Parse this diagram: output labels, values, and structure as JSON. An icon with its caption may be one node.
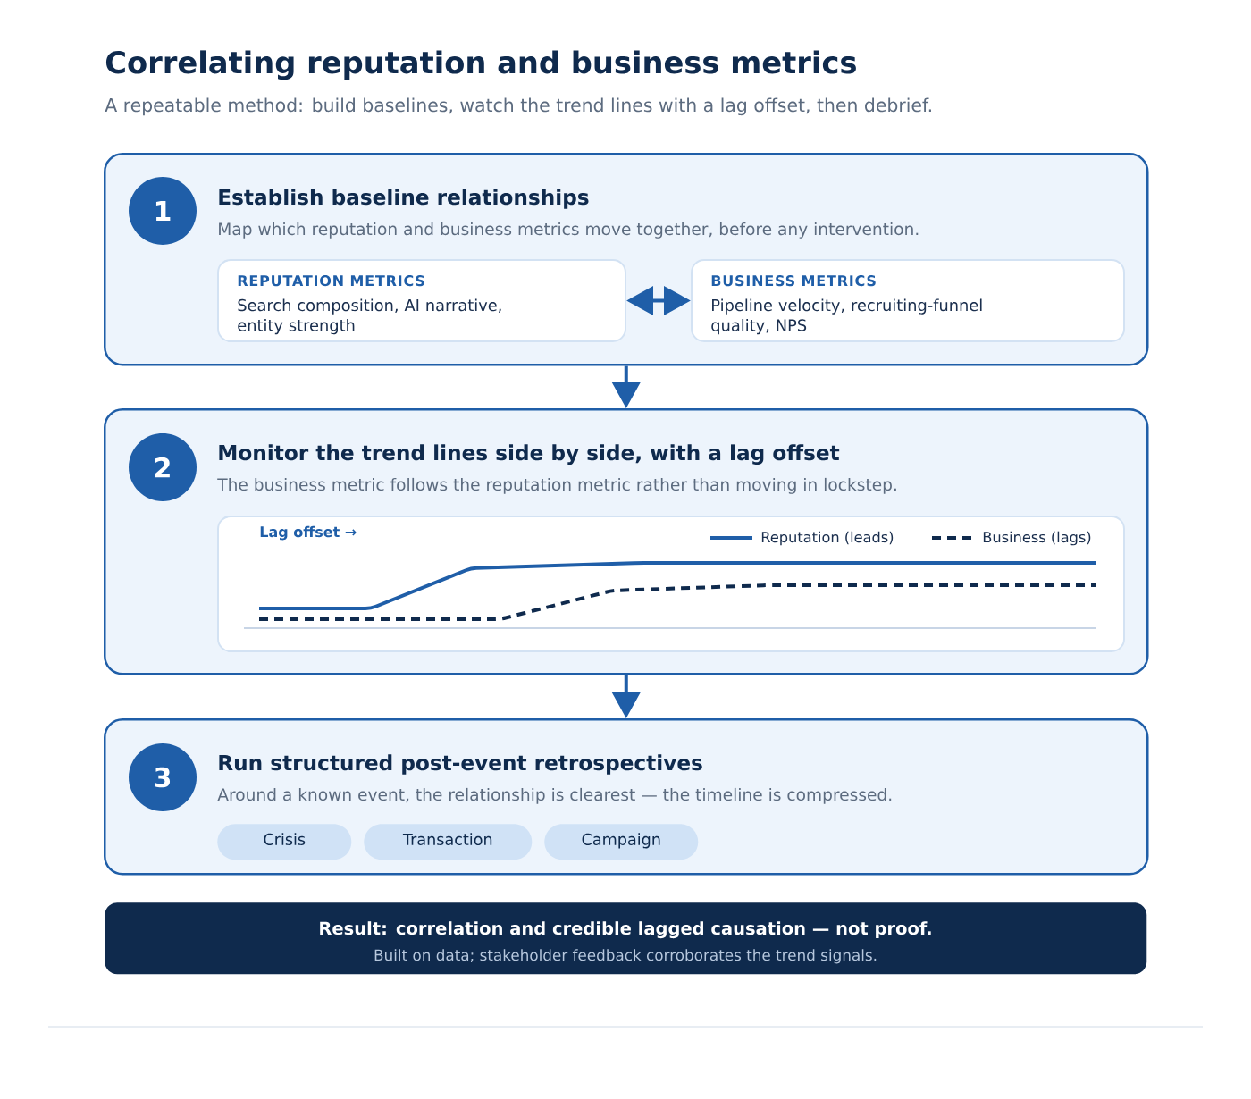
{
  "diagram": {
    "title": "Correlating reputation and business metrics",
    "nodes": [
      {
        "text": [
          "Establish baseline relationships",
          "Map which reputation and business metrics move together, before any intervention."
        ]
      },
      {
        "text": [
          "1"
        ],
        "in": 0
      },
      {
        "text": [
          "REPUTATION METRICS",
          "Search composition, AI narrative, entity strength"
        ],
        "in": 0
      },
      {
        "text": [
          "BUSINESS METRICS",
          "Pipeline velocity, recruiting-funnel quality, NPS"
        ],
        "in": 0
      },
      {
        "text": [
          "Monitor the trend lines side by side, with a lag offset",
          "The business metric follows the reputation metric rather than moving in lockstep."
        ]
      },
      {
        "text": [
          "2"
        ],
        "in": 4
      },
      {
        "text": [
          "Lag offset →"
        ],
        "in": 4
      },
      {
        "text": [
          "Run structured post-event retrospectives",
          "Around a known event, the relationship is clearest — the timeline is compressed."
        ]
      },
      {
        "text": [
          "3"
        ],
        "in": 7
      },
      {
        "text": [
          "Crisis"
        ],
        "in": 7
      },
      {
        "text": [
          "Transaction"
        ],
        "in": 7
      },
      {
        "text": [
          "Campaign"
        ],
        "in": 7
      },
      {
        "text": [
          "Result: correlation and credible lagged causation — not proof.",
          "Built on data; stakeholder feedback corroborates the trend signals."
        ]
      }
    ],
    "edges": [
      {
        "from": 2,
        "to": 3,
        "arrow": "both"
      },
      {
        "from": 0,
        "to": 4,
        "arrow": "to"
      },
      {
        "from": 4,
        "to": 7,
        "arrow": "to"
      }
    ],
    "labels": [
      "A repeatable method: build baselines, watch the trend lines with a lag offset, then debrief."
    ],
    "legend": [
      {
        "text": "Reputation (leads)"
      },
      {
        "text": "Business (lags)"
      }
    ]
  }
}
